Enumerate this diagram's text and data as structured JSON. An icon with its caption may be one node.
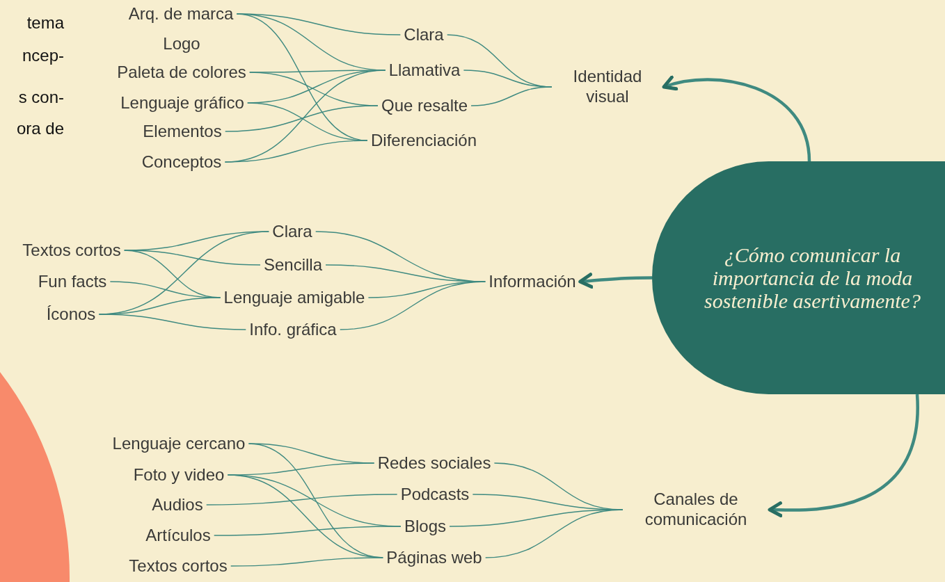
{
  "diagram": {
    "nodes": [
      {
        "text": [
          "¿Cómo comunicar la importancia de la moda sostenible asertivamente?"
        ]
      },
      {
        "text": [
          "Identidad visual"
        ]
      },
      {
        "text": [
          "Información"
        ]
      },
      {
        "text": [
          "Canales de comunicación"
        ]
      },
      {
        "text": [
          "Clara"
        ]
      },
      {
        "text": [
          "Llamativa"
        ]
      },
      {
        "text": [
          "Que resalte"
        ]
      },
      {
        "text": [
          "Diferenciación"
        ]
      },
      {
        "text": [
          "Arq. de marca"
        ]
      },
      {
        "text": [
          "Logo"
        ]
      },
      {
        "text": [
          "Paleta de colores"
        ]
      },
      {
        "text": [
          "Lenguaje gráfico"
        ]
      },
      {
        "text": [
          "Elementos"
        ]
      },
      {
        "text": [
          "Conceptos"
        ]
      },
      {
        "text": [
          "Clara"
        ]
      },
      {
        "text": [
          "Sencilla"
        ]
      },
      {
        "text": [
          "Lenguaje amigable"
        ]
      },
      {
        "text": [
          "Info. gráfica"
        ]
      },
      {
        "text": [
          "Textos cortos"
        ]
      },
      {
        "text": [
          "Fun facts"
        ]
      },
      {
        "text": [
          "Íconos"
        ]
      },
      {
        "text": [
          "Redes sociales"
        ]
      },
      {
        "text": [
          "Podcasts"
        ]
      },
      {
        "text": [
          "Blogs"
        ]
      },
      {
        "text": [
          "Páginas web"
        ]
      },
      {
        "text": [
          "Lenguaje cercano"
        ]
      },
      {
        "text": [
          "Foto y video"
        ]
      },
      {
        "text": [
          "Audios"
        ]
      },
      {
        "text": [
          "Artículos"
        ]
      },
      {
        "text": [
          "Textos cortos"
        ]
      }
    ],
    "edges": [
      {
        "from": 0,
        "to": 1,
        "arrow": "to",
        "style": "thick"
      },
      {
        "from": 0,
        "to": 2,
        "arrow": "to",
        "style": "thick"
      },
      {
        "from": 0,
        "to": 3,
        "arrow": "to",
        "style": "thick"
      },
      {
        "from": 4,
        "to": 1,
        "arrow": "none"
      },
      {
        "from": 5,
        "to": 1,
        "arrow": "none"
      },
      {
        "from": 6,
        "to": 1,
        "arrow": "none"
      },
      {
        "from": 8,
        "to": 4,
        "arrow": "none"
      },
      {
        "from": 8,
        "to": 5,
        "arrow": "none"
      },
      {
        "from": 8,
        "to": 7,
        "arrow": "none"
      },
      {
        "from": 10,
        "to": 5,
        "arrow": "none"
      },
      {
        "from": 10,
        "to": 6,
        "arrow": "none"
      },
      {
        "from": 11,
        "to": 5,
        "arrow": "none"
      },
      {
        "from": 11,
        "to": 7,
        "arrow": "none"
      },
      {
        "from": 12,
        "to": 6,
        "arrow": "none"
      },
      {
        "from": 13,
        "to": 5,
        "arrow": "none"
      },
      {
        "from": 13,
        "to": 7,
        "arrow": "none"
      },
      {
        "from": 14,
        "to": 2,
        "arrow": "none"
      },
      {
        "from": 15,
        "to": 2,
        "arrow": "none"
      },
      {
        "from": 16,
        "to": 2,
        "arrow": "none"
      },
      {
        "from": 17,
        "to": 2,
        "arrow": "none"
      },
      {
        "from": 18,
        "to": 14,
        "arrow": "none"
      },
      {
        "from": 18,
        "to": 15,
        "arrow": "none"
      },
      {
        "from": 18,
        "to": 16,
        "arrow": "none"
      },
      {
        "from": 19,
        "to": 16,
        "arrow": "none"
      },
      {
        "from": 20,
        "to": 14,
        "arrow": "none"
      },
      {
        "from": 20,
        "to": 16,
        "arrow": "none"
      },
      {
        "from": 20,
        "to": 17,
        "arrow": "none"
      },
      {
        "from": 21,
        "to": 3,
        "arrow": "none"
      },
      {
        "from": 22,
        "to": 3,
        "arrow": "none"
      },
      {
        "from": 23,
        "to": 3,
        "arrow": "none"
      },
      {
        "from": 24,
        "to": 3,
        "arrow": "none"
      },
      {
        "from": 25,
        "to": 21,
        "arrow": "none"
      },
      {
        "from": 25,
        "to": 24,
        "arrow": "none"
      },
      {
        "from": 26,
        "to": 21,
        "arrow": "none"
      },
      {
        "from": 26,
        "to": 23,
        "arrow": "none"
      },
      {
        "from": 26,
        "to": 24,
        "arrow": "none"
      },
      {
        "from": 27,
        "to": 22,
        "arrow": "none"
      },
      {
        "from": 28,
        "to": 23,
        "arrow": "none"
      },
      {
        "from": 29,
        "to": 24,
        "arrow": "none"
      }
    ],
    "labels": [
      "tema",
      "ncep-",
      "s con-",
      "ora de"
    ]
  }
}
